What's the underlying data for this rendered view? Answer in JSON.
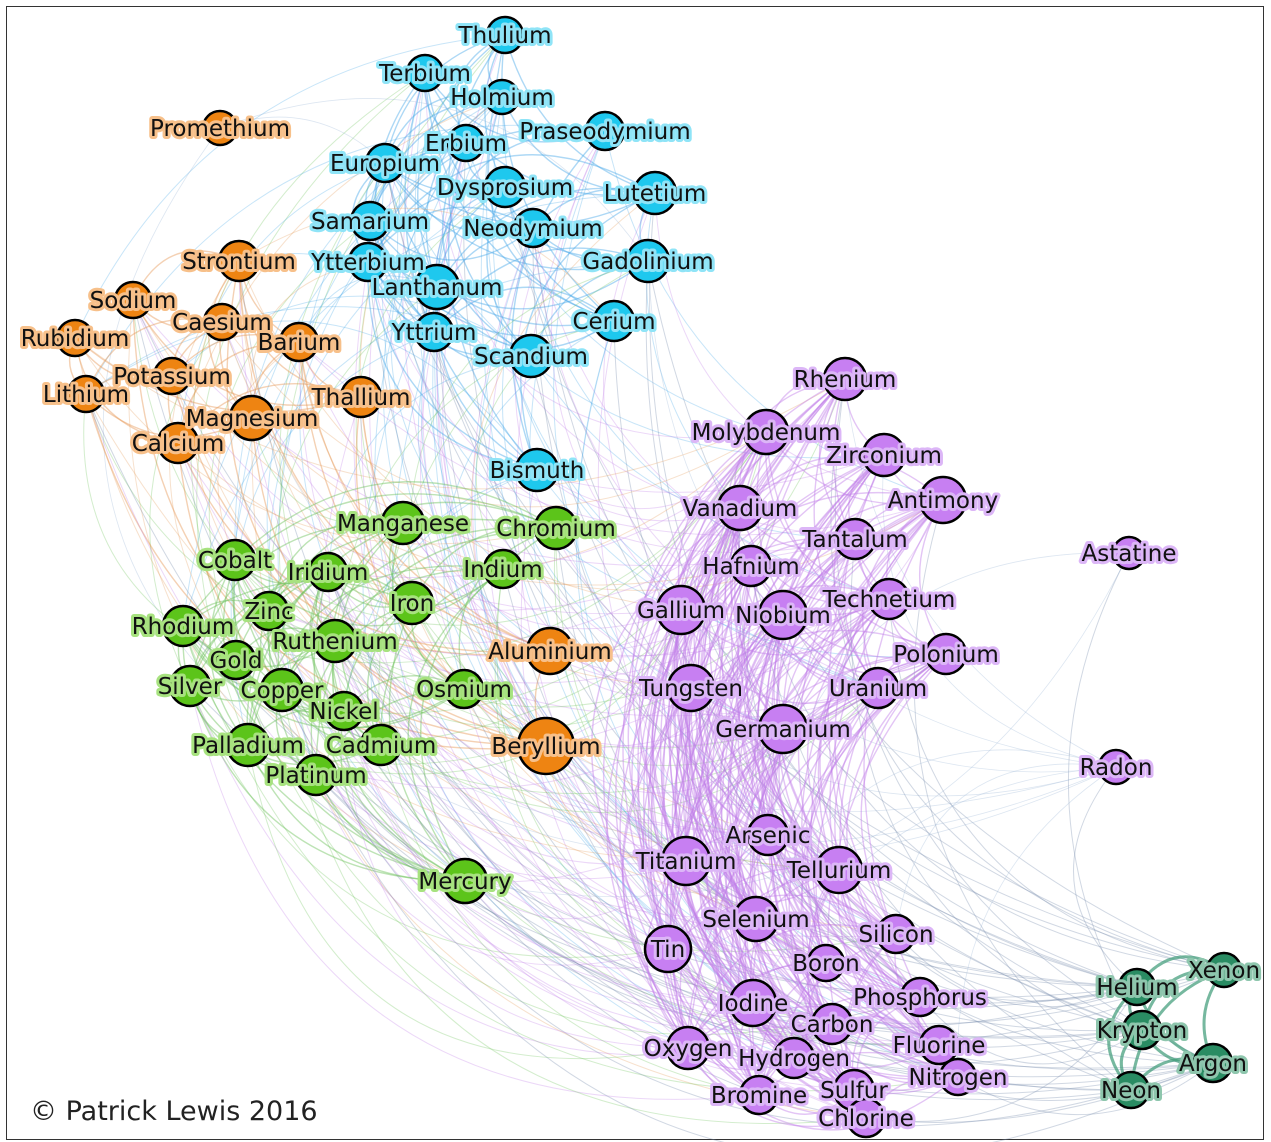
{
  "copyright": "© Patrick Lewis 2016",
  "groups": {
    "lanthanide": {
      "fill": "#1ec8ee",
      "halo": "#8fe4f7"
    },
    "alkaline": {
      "fill": "#ee8412",
      "halo": "#f7c08a"
    },
    "transition": {
      "fill": "#5cc41a",
      "halo": "#a7e27f"
    },
    "nonmetal": {
      "fill": "#c77ff2",
      "halo": "#dcb6f7"
    },
    "noble": {
      "fill": "#2a8c63",
      "halo": "#8ec6ad"
    }
  },
  "nodes": [
    {
      "id": "Thulium",
      "group": "lanthanide"
    },
    {
      "id": "Terbium",
      "group": "lanthanide"
    },
    {
      "id": "Holmium",
      "group": "lanthanide"
    },
    {
      "id": "Praseodymium",
      "group": "lanthanide"
    },
    {
      "id": "Erbium",
      "group": "lanthanide"
    },
    {
      "id": "Europium",
      "group": "lanthanide"
    },
    {
      "id": "Dysprosium",
      "group": "lanthanide"
    },
    {
      "id": "Lutetium",
      "group": "lanthanide"
    },
    {
      "id": "Samarium",
      "group": "lanthanide"
    },
    {
      "id": "Neodymium",
      "group": "lanthanide"
    },
    {
      "id": "Gadolinium",
      "group": "lanthanide"
    },
    {
      "id": "Ytterbium",
      "group": "lanthanide"
    },
    {
      "id": "Lanthanum",
      "group": "lanthanide"
    },
    {
      "id": "Cerium",
      "group": "lanthanide"
    },
    {
      "id": "Yttrium",
      "group": "lanthanide"
    },
    {
      "id": "Scandium",
      "group": "lanthanide"
    },
    {
      "id": "Bismuth",
      "group": "lanthanide"
    },
    {
      "id": "Promethium",
      "group": "alkaline"
    },
    {
      "id": "Strontium",
      "group": "alkaline"
    },
    {
      "id": "Sodium",
      "group": "alkaline"
    },
    {
      "id": "Caesium",
      "group": "alkaline"
    },
    {
      "id": "Rubidium",
      "group": "alkaline"
    },
    {
      "id": "Barium",
      "group": "alkaline"
    },
    {
      "id": "Potassium",
      "group": "alkaline"
    },
    {
      "id": "Lithium",
      "group": "alkaline"
    },
    {
      "id": "Thallium",
      "group": "alkaline"
    },
    {
      "id": "Magnesium",
      "group": "alkaline"
    },
    {
      "id": "Calcium",
      "group": "alkaline"
    },
    {
      "id": "Aluminium",
      "group": "alkaline"
    },
    {
      "id": "Beryllium",
      "group": "alkaline"
    },
    {
      "id": "Manganese",
      "group": "transition"
    },
    {
      "id": "Chromium",
      "group": "transition"
    },
    {
      "id": "Cobalt",
      "group": "transition"
    },
    {
      "id": "Iridium",
      "group": "transition"
    },
    {
      "id": "Indium",
      "group": "transition"
    },
    {
      "id": "Iron",
      "group": "transition"
    },
    {
      "id": "Zinc",
      "group": "transition"
    },
    {
      "id": "Rhodium",
      "group": "transition"
    },
    {
      "id": "Ruthenium",
      "group": "transition"
    },
    {
      "id": "Gold",
      "group": "transition"
    },
    {
      "id": "Silver",
      "group": "transition"
    },
    {
      "id": "Copper",
      "group": "transition"
    },
    {
      "id": "Osmium",
      "group": "transition"
    },
    {
      "id": "Nickel",
      "group": "transition"
    },
    {
      "id": "Palladium",
      "group": "transition"
    },
    {
      "id": "Cadmium",
      "group": "transition"
    },
    {
      "id": "Platinum",
      "group": "transition"
    },
    {
      "id": "Mercury",
      "group": "transition"
    },
    {
      "id": "Rhenium",
      "group": "nonmetal"
    },
    {
      "id": "Molybdenum",
      "group": "nonmetal"
    },
    {
      "id": "Zirconium",
      "group": "nonmetal"
    },
    {
      "id": "Antimony",
      "group": "nonmetal"
    },
    {
      "id": "Vanadium",
      "group": "nonmetal"
    },
    {
      "id": "Tantalum",
      "group": "nonmetal"
    },
    {
      "id": "Hafnium",
      "group": "nonmetal"
    },
    {
      "id": "Gallium",
      "group": "nonmetal"
    },
    {
      "id": "Niobium",
      "group": "nonmetal"
    },
    {
      "id": "Technetium",
      "group": "nonmetal"
    },
    {
      "id": "Polonium",
      "group": "nonmetal"
    },
    {
      "id": "Tungsten",
      "group": "nonmetal"
    },
    {
      "id": "Uranium",
      "group": "nonmetal"
    },
    {
      "id": "Germanium",
      "group": "nonmetal"
    },
    {
      "id": "Astatine",
      "group": "nonmetal"
    },
    {
      "id": "Radon",
      "group": "nonmetal"
    },
    {
      "id": "Arsenic",
      "group": "nonmetal"
    },
    {
      "id": "Titanium",
      "group": "nonmetal"
    },
    {
      "id": "Tellurium",
      "group": "nonmetal"
    },
    {
      "id": "Selenium",
      "group": "nonmetal"
    },
    {
      "id": "Silicon",
      "group": "nonmetal"
    },
    {
      "id": "Tin",
      "group": "nonmetal"
    },
    {
      "id": "Boron",
      "group": "nonmetal"
    },
    {
      "id": "Phosphorus",
      "group": "nonmetal"
    },
    {
      "id": "Iodine",
      "group": "nonmetal"
    },
    {
      "id": "Carbon",
      "group": "nonmetal"
    },
    {
      "id": "Fluorine",
      "group": "nonmetal"
    },
    {
      "id": "Oxygen",
      "group": "nonmetal"
    },
    {
      "id": "Hydrogen",
      "group": "nonmetal"
    },
    {
      "id": "Nitrogen",
      "group": "nonmetal"
    },
    {
      "id": "Bromine",
      "group": "nonmetal"
    },
    {
      "id": "Sulfur",
      "group": "nonmetal"
    },
    {
      "id": "Chlorine",
      "group": "nonmetal"
    },
    {
      "id": "Xenon",
      "group": "noble"
    },
    {
      "id": "Helium",
      "group": "noble"
    },
    {
      "id": "Krypton",
      "group": "noble"
    },
    {
      "id": "Argon",
      "group": "noble"
    },
    {
      "id": "Neon",
      "group": "noble"
    }
  ]
}
